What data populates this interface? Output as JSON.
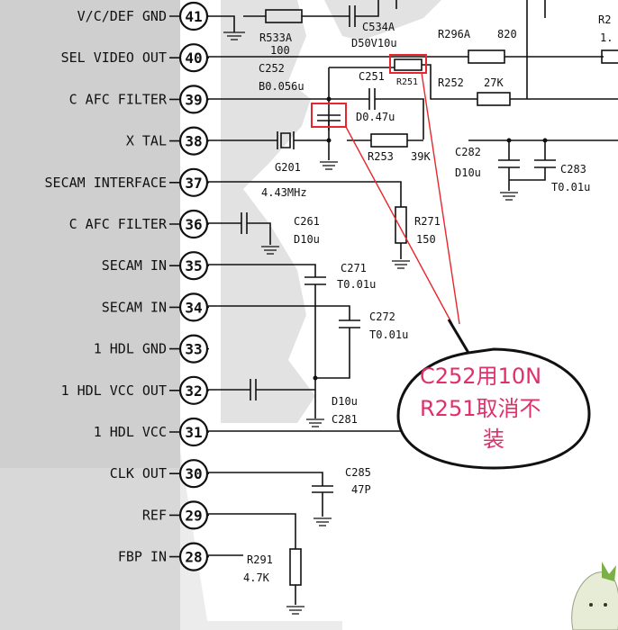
{
  "pins": [
    {
      "num": "41",
      "label": "V/C/DEF GND"
    },
    {
      "num": "40",
      "label": "SEL VIDEO OUT"
    },
    {
      "num": "39",
      "label": "C AFC FILTER"
    },
    {
      "num": "38",
      "label": "X TAL"
    },
    {
      "num": "37",
      "label": "SECAM INTERFACE"
    },
    {
      "num": "36",
      "label": "C AFC FILTER"
    },
    {
      "num": "35",
      "label": "SECAM IN"
    },
    {
      "num": "34",
      "label": "SECAM IN"
    },
    {
      "num": "33",
      "label": "1 HDL GND"
    },
    {
      "num": "32",
      "label": "1 HDL VCC OUT"
    },
    {
      "num": "31",
      "label": "1 HDL VCC"
    },
    {
      "num": "30",
      "label": "CLK OUT"
    },
    {
      "num": "29",
      "label": "REF"
    },
    {
      "num": "28",
      "label": "FBP IN"
    }
  ],
  "components": {
    "r533a": {
      "ref": "R533A",
      "value": "100"
    },
    "c534a": {
      "ref": "C534A",
      "value": "D50V10u"
    },
    "r296a": {
      "ref": "R296A",
      "value": "820"
    },
    "r2_partial": {
      "ref": "R2",
      "value": "1."
    },
    "c252": {
      "ref": "C252",
      "value": "B0.056u"
    },
    "c251": {
      "ref": "C251",
      "value": "D0.47u"
    },
    "r251": {
      "ref": "R251"
    },
    "r252": {
      "ref": "R252",
      "value": "27K"
    },
    "r253": {
      "ref": "R253",
      "value": "39K"
    },
    "g201": {
      "ref": "G201",
      "value": "4.43MHz"
    },
    "c282": {
      "ref": "C282",
      "value": "D10u"
    },
    "c283": {
      "ref": "C283",
      "value": "T0.01u"
    },
    "c261": {
      "ref": "C261",
      "value": "D10u"
    },
    "r271": {
      "ref": "R271",
      "value": "150"
    },
    "c271": {
      "ref": "C271",
      "value": "T0.01u"
    },
    "c272": {
      "ref": "C272",
      "value": "T0.01u"
    },
    "c281": {
      "ref": "C281",
      "value": "D10u"
    },
    "c285": {
      "ref": "C285",
      "value": "47P"
    },
    "r291": {
      "ref": "R291",
      "value": "4.7K"
    }
  },
  "callout": {
    "line1": "C252用10N",
    "line2": "R251取消不",
    "line3": "装"
  },
  "colors": {
    "ic_body": "#cfcfcf",
    "bg_shadow": "#dedede",
    "wire": "#111111",
    "highlight": "#e8262e",
    "callout_text": "#e0306a"
  }
}
